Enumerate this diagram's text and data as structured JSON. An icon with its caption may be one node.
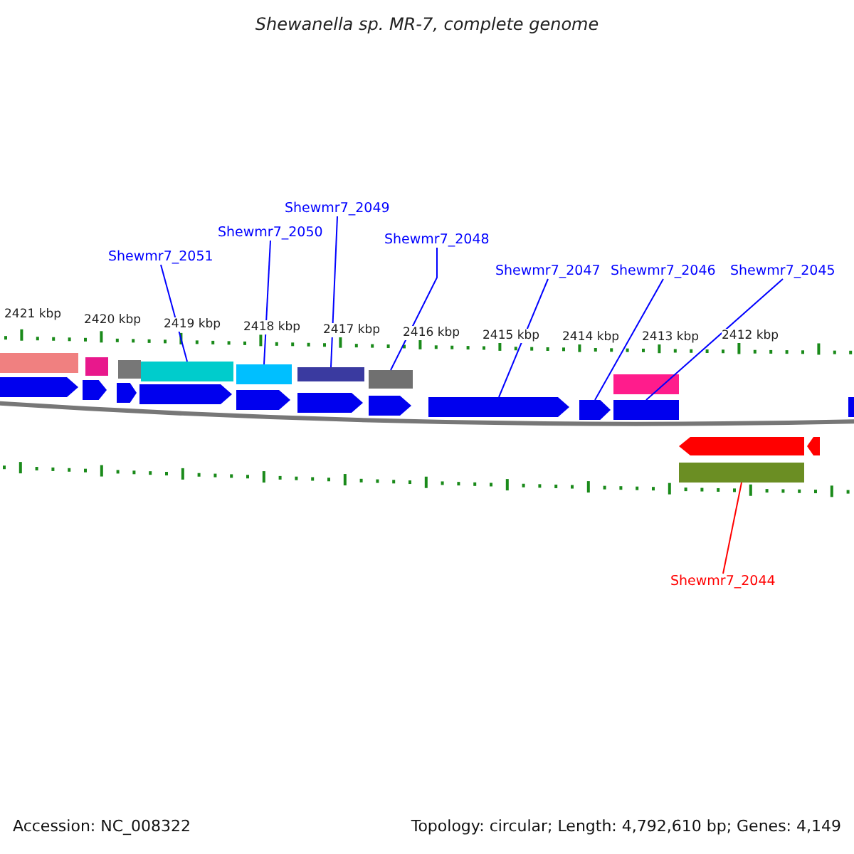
{
  "diagram": {
    "title": "Shewanella sp. MR-7, complete genome",
    "nodes": [
      {
        "text": [
          "Shewmr7_2051"
        ]
      },
      {
        "text": [
          "Shewmr7_2050"
        ]
      },
      {
        "text": [
          "Shewmr7_2049"
        ]
      },
      {
        "text": [
          "Shewmr7_2048"
        ]
      },
      {
        "text": [
          "Shewmr7_2047"
        ]
      },
      {
        "text": [
          "Shewmr7_2046"
        ]
      },
      {
        "text": [
          "Shewmr7_2045"
        ]
      },
      {
        "text": [
          "Shewmr7_2044"
        ]
      },
      {
        "text": [],
        "shape": "bar"
      },
      {
        "text": [],
        "shape": "bar"
      },
      {
        "text": [],
        "shape": "bar"
      },
      {
        "text": [],
        "shape": "bar"
      },
      {
        "text": [],
        "shape": "arrow"
      },
      {
        "text": [],
        "shape": "arrow"
      },
      {
        "text": [],
        "shape": "bar"
      },
      {
        "text": [],
        "shape": "bar"
      }
    ],
    "edges": [
      {
        "from": 0,
        "to": 8,
        "arrow": "none"
      },
      {
        "from": 1,
        "to": 9,
        "arrow": "none"
      },
      {
        "from": 2,
        "to": 10,
        "arrow": "none"
      },
      {
        "from": 3,
        "to": 11,
        "arrow": "none"
      },
      {
        "from": 4,
        "to": 12,
        "arrow": "none"
      },
      {
        "from": 5,
        "to": 13,
        "arrow": "none"
      },
      {
        "from": 6,
        "to": 14,
        "arrow": "none"
      },
      {
        "from": 7,
        "to": 15,
        "arrow": "none",
        "color": "#ff0000"
      }
    ],
    "labels": [
      "2421 kbp",
      "2420 kbp",
      "2419 kbp",
      "2418 kbp",
      "2417 kbp",
      "2416 kbp",
      "2415 kbp",
      "2414 kbp",
      "2413 kbp",
      "2412 kbp",
      "Accession: NC_008322",
      "Topology: circular; Length: 4,792,610 bp; Genes: 4,149"
    ]
  }
}
